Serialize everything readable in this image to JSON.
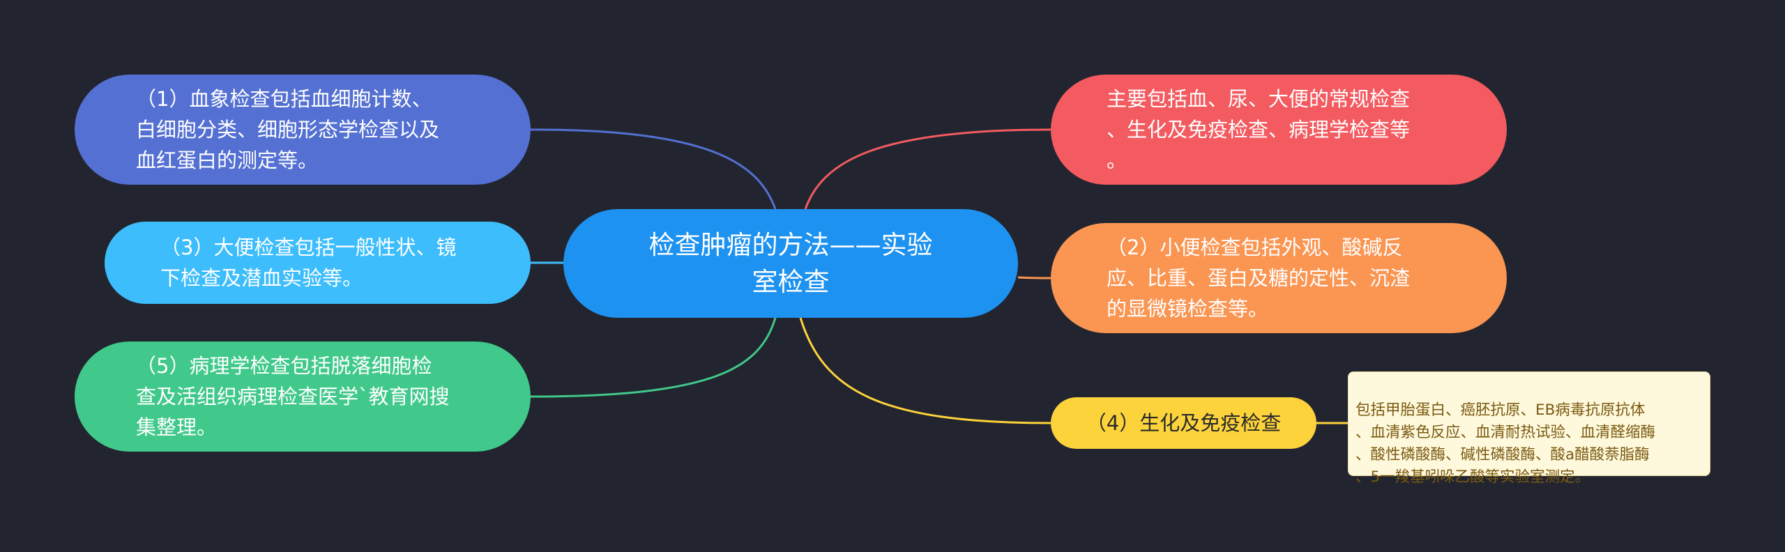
{
  "root": {
    "label": "检查肿瘤的方法——实验\n室检查"
  },
  "left_nodes": [
    {
      "id": "n1",
      "label": "（1）血象检查包括血细胞计数、\n白细胞分类、细胞形态学检查以及\n血红蛋白的测定等。",
      "color": "#5470d2"
    },
    {
      "id": "n3",
      "label": "（3）大便检查包括一般性状、镜\n下检查及潜血实验等。",
      "color": "#3dbdfc"
    },
    {
      "id": "n5",
      "label": "（5）病理学检查包括脱落细胞检\n查及活组织病理检查医学`教育网搜\n集整理。",
      "color": "#40c98a"
    }
  ],
  "right_nodes": [
    {
      "id": "r1",
      "label": "主要包括血、尿、大便的常规检查\n、生化及免疫检查、病理学检查等\n。",
      "color": "#f35b60"
    },
    {
      "id": "r2",
      "label": "（2）小便检查包括外观、酸碱反\n应、比重、蛋白及糖的定性、沉渣\n的显微镜检查等。",
      "color": "#fa9552"
    },
    {
      "id": "r4",
      "label": "（4）生化及免疫检查",
      "color": "#fdd33b"
    }
  ],
  "note": {
    "label": "包括甲胎蛋白、癌胚抗原、EB病毒抗原抗体\n、血清紫色反应、血清耐热试验、血清醛缩酶\n、酸性磷酸酶、碱性磷酸酶、酸a醋酸萘脂酶\n、5一羧基吲哚乙酸等实验室测定。",
    "color": "#fef8dd"
  },
  "background": "#22252f"
}
